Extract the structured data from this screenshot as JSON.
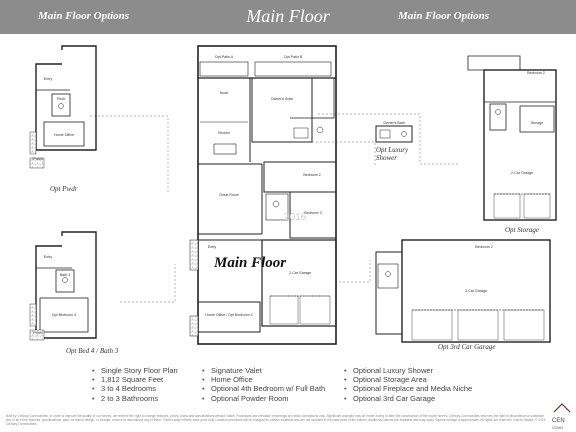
{
  "header": {
    "left_title": "Main Floor Options",
    "center_title": "Main Floor",
    "right_title": "Main Floor Options"
  },
  "plan_labels": {
    "opt_pwdr": "Opt Pwdr",
    "opt_bed_bath": "Opt Bed 4 / Bath 3",
    "opt_luxury_shower": "Opt Luxury Shower",
    "opt_storage": "Opt Storage",
    "opt_3rd_car_garage": "Opt 3rd Car Garage",
    "watermark": "2016",
    "main_rooms": [
      "Opt Patio A",
      "Opt Patio B",
      "Owner's Suite",
      "Nook",
      "Kitchen",
      "Great Room",
      "Bedroom 2",
      "Bedroom 3",
      "Entry",
      "2-Car Garage",
      "Home Office / Opt Bedroom 4"
    ],
    "option_rooms": [
      "Entry",
      "Pwdr",
      "Home Office",
      "Porch",
      "Bath 3",
      "Opt Bedroom 4",
      "Owner's Bath",
      "Bedroom 2",
      "Storage",
      "2-Car Garage",
      "3-Car Garage"
    ]
  },
  "features": {
    "col1": [
      "Single Story Floor Plan",
      "1,812 Square Feet",
      "3 to 4 Bedrooms",
      "2 to 3 Bathrooms"
    ],
    "col2": [
      "Signature Valet",
      "Home Office",
      "Optional 4th Bedroom w/ Full Bath",
      "Optional Powder Room"
    ],
    "col3": [
      "Optional Luxury Shower",
      "Optional Storage Area",
      "Optional Fireplace and Media Niche",
      "Optional 3rd Car Garage"
    ]
  },
  "disclaimer": "Built by Century Communities, in order to improve the quality of our homes, we reserve the right to change features, prices, plans and specifications without notice. Floorplans and elevation renderings are artist conceptions only. Significant changes may be made during or after the construction of the model homes. Century Communities reserves the right to discontinue or substitute any or all of the features, specifications, plan, lot and/or design, or change, remove or discontinue any of them. Prices range reflects base price only. Location premiums will be charged for certain locations and are not included in the base price of the homes. Additional options are available and may apply. Square footage is approximate. All rights are reserved. Call for details. © 2016 Century Communities",
  "logo": {
    "text": "CEN",
    "subtext": "COMM"
  },
  "colors": {
    "header_bg": "#8c8c8c",
    "header_text": "#ffffff",
    "walls": "#222222",
    "dashed_lines": "#9a9a9a"
  }
}
